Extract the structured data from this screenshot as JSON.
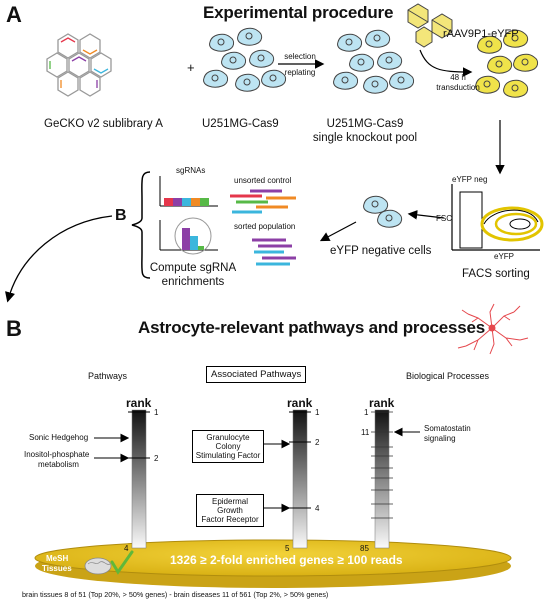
{
  "panel_a": {
    "letter": "A",
    "title": "Experimental procedure",
    "library_label": "GeCKO v2 sublibrary A",
    "plus": "+",
    "cells_label": "U251MG-Cas9",
    "step1_label_top": "selection",
    "step1_label_bottom": "replating",
    "pool_label_line1": "U251MG-Cas9",
    "pool_label_line2": "single knockout pool",
    "virus_label": "rAAV9P1-eYFP",
    "step2_label_top": "48 h",
    "step2_label_bottom": "transduction",
    "facs_label": "FACS sorting",
    "facs_gate_label": "eYFP neg",
    "facs_y_label": "FSC",
    "facs_x_label": "eYFP",
    "neg_cells_label": "eYFP negative cells",
    "sgrnas_label": "sgRNAs",
    "unsorted_label": "unsorted control",
    "sorted_label": "sorted population",
    "bracket_label": "B",
    "compute_line1": "Compute sgRNA",
    "compute_line2": "enrichments"
  },
  "panel_b": {
    "letter": "B",
    "title": "Astrocyte-relevant pathways and processes",
    "col_pathways": "Pathways",
    "col_associated": "Associated Pathways",
    "col_bio": "Biological Processes",
    "rank_label": "rank",
    "pathways": {
      "top": "1",
      "mid": "2",
      "bottom": "4",
      "item1": "Sonic Hedgehog",
      "item2_line1": "Inositol-phosphate",
      "item2_line2": "metabolism"
    },
    "associated": {
      "top": "1",
      "mid1": "2",
      "mid2": "4",
      "bottom": "5",
      "item1_line1": "Granulocyte Colony",
      "item1_line2": "Stimulating Factor",
      "item2_line1": "Epidermal Growth",
      "item2_line2": "Factor Receptor"
    },
    "bio": {
      "top": "1",
      "mid": "11",
      "bottom": "85",
      "item1_line1": "Somatostatin",
      "item1_line2": "signaling"
    },
    "mesh_line1": "MeSH",
    "mesh_line2": "Tissues",
    "disc_label": "1326 ≥ 2-fold enriched genes ≥ 100 reads",
    "footer": "brain tissues 8 of 51 (Top 20%, > 50% genes) - brain diseases 11 of 561 (Top 2%, > 50% genes)"
  },
  "colors": {
    "cell_fill": "#bde4f2",
    "cell_stroke": "#444444",
    "yellow_cell": "#f0e34a",
    "disc_yellow": "#e7c21e",
    "neuron_red": "#e5484d",
    "check_green": "#5fb83a",
    "bar_red": "#e5364b",
    "bar_purple": "#8c3fa6",
    "bar_blue": "#3bb6dd",
    "bar_orange": "#f08a24",
    "bar_green": "#57b947"
  }
}
